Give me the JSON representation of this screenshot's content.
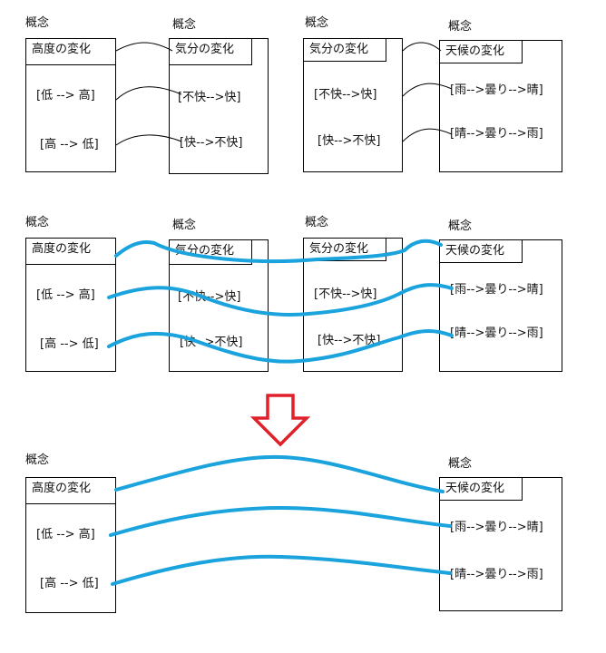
{
  "concept_label": "概念",
  "box_a": {
    "title": "高度の変化",
    "item1": "[低 --> 高]",
    "item2": "[高 --> 低]"
  },
  "box_b": {
    "title": "気分の変化",
    "item1": "[不快-->快]",
    "item2": "[快-->不快]"
  },
  "box_c": {
    "title": "気分の変化",
    "item1": "[不快-->快]",
    "item2": "[快-->不快]"
  },
  "box_d": {
    "title": "天候の変化",
    "item1": "[雨-->曇り-->晴]",
    "item2": "[晴-->曇り-->雨]"
  },
  "colors": {
    "link_blue": "#1aa3dd",
    "arrow_red": "#e0202b",
    "line": "#000000"
  },
  "arrow_icon": "down-arrow-icon"
}
